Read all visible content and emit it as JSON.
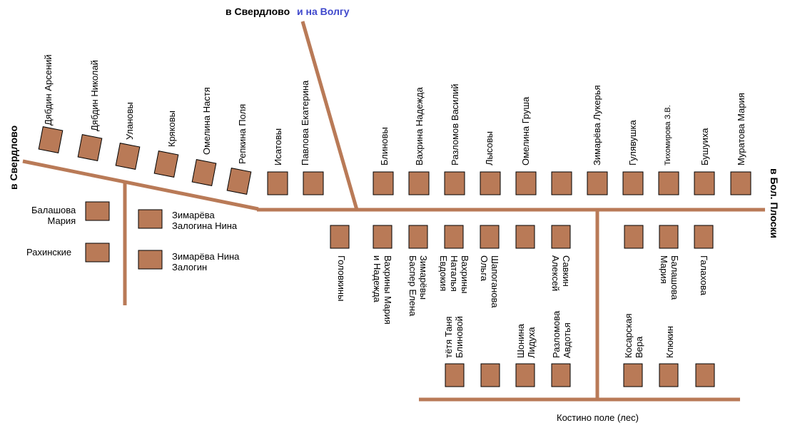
{
  "colors": {
    "road": "#b97a57",
    "house_fill": "#b97a57",
    "house_stroke": "#000000",
    "volga_text": "#3f48cc"
  },
  "directions": {
    "top_road": "в Свердлово",
    "top_road_extra": "и на Волгу",
    "left_road": "в Свердлово",
    "right_road": "в Бол. Плоски",
    "bottom_field": "Костино поле (лес)"
  },
  "upper_row": [
    "Дябдин Арсений",
    "Дябдин Николай",
    "Улановы",
    "Кряковы",
    "Омелина Настя",
    "Репкина Поля",
    "Исатовы",
    "Павлова Екатерина",
    "Блиновы",
    "Вахрина Надежда",
    "Разломов Василий",
    "Лысовы",
    "Омелина Груша",
    "Зимарёва Лукерья",
    "Гулявушка",
    "Тихомирова З.В.",
    "Бушуиха",
    "Муратова Мария"
  ],
  "left_branch": [
    "Балашова\nМария",
    "Рахинские",
    "Зимарёва\nЗалогина Нина",
    "Зимарёва Нина\nЗалогин"
  ],
  "lower_row": [
    "Головкины",
    "Вахрины Мария\nи Надежда",
    "Зимарёвы\nБаспер Елена",
    "Вахрины\nНаталья\nЕвдокия",
    "Шапоганова\nОльга",
    "Савкин\nАлексей",
    "Балашова\nМария",
    "Галахова"
  ],
  "bottom_row": [
    "тётя Таня\nБлиновой",
    "Шонина\nЛидуха",
    "Разломова\nАвдотья",
    "Косарская\nВера",
    "Клюкин"
  ]
}
